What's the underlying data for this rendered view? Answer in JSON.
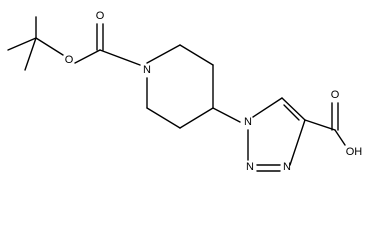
{
  "structure": {
    "background": "#ffffff",
    "bond_color": "#000000",
    "atom_labels": {
      "boc_ether_o": "O",
      "boc_carbonyl_o": "O",
      "piperidine_n": "N",
      "triazole_n1": "N",
      "triazole_n2": "N",
      "triazole_n3": "N",
      "acid_carbonyl_o": "O",
      "acid_hydroxyl": "OH"
    }
  }
}
